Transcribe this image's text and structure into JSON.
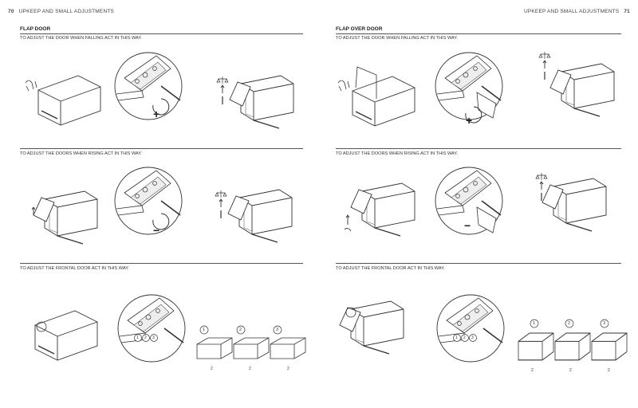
{
  "header": {
    "left_page_number": "70",
    "left_title": "UPKEEP AND SMALL ADJUSTMENTS",
    "right_title": "UPKEEP AND SMALL ADJUSTMENTS",
    "right_page_number": "71"
  },
  "left_section": {
    "title": "FLAP DOOR",
    "step1": "TO ADJUST THE DOOR WHEN FALLING ACT IN THIS WAY.",
    "step2": "TO ADJUST THE DOORS WHEN RISING ACT IN THIS WAY.",
    "step3": "TO ADJUST THE FRONTAL DOOR ACT IN THIS WAY."
  },
  "right_section": {
    "title": "FLAP OVER DOOR",
    "step1": "TO ADJUST THE DOOR WHEN FALLING ACT IN THIS WAY.",
    "step2": "TO ADJUST THE DOORS WHEN RISING ACT IN THIS WAY.",
    "step3": "TO ADJUST THE FRONTAL DOOR ACT IN THIS WAY."
  },
  "callouts": {
    "n1": "1",
    "n2": "2",
    "n3": "3",
    "arrow_label": "2"
  },
  "icons": [
    "cabinet-icon",
    "hinge-closeup-icon",
    "scale-icon",
    "screwdriver-icon",
    "drill-icon",
    "rotate-plus-icon",
    "rotate-minus-icon"
  ]
}
